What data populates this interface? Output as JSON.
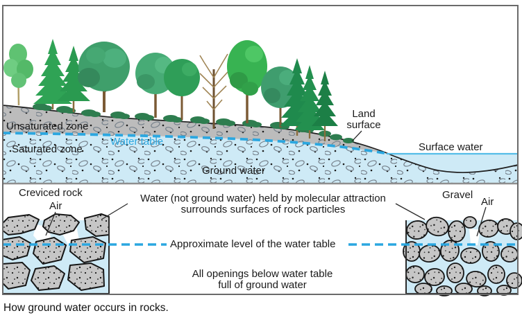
{
  "figure": {
    "caption": "How ground water occurs in rocks.",
    "colors": {
      "water_table_blue": "#2BA7E0",
      "ground_gray": "#BCBCBC",
      "water_light_blue": "#CEEAF6",
      "rock_gray": "#C6C6C6",
      "tree_green": "#2FA355",
      "frame_gray": "#6A6A6A"
    }
  },
  "cross_section": {
    "unsaturated_zone_label": "Unsaturated zone",
    "water_table_label": "Water table",
    "saturated_zone_label": "Saturated zone",
    "ground_water_label": "Ground water",
    "land_surface_label": {
      "line1": "Land",
      "line2": "surface"
    },
    "surface_water_label": "Surface water"
  },
  "detail_panel": {
    "creviced_rock_title": "Creviced rock",
    "creviced_rock_air_label": "Air",
    "gravel_title": "Gravel",
    "gravel_air_label": "Air",
    "molecular_attraction_note": {
      "line1": "Water (not ground water) held by molecular attraction",
      "line2": "surrounds surfaces of rock particles"
    },
    "water_table_level_label": "Approximate level of the water table",
    "openings_note": {
      "line1": "All openings below water table",
      "line2": "full of ground water"
    }
  }
}
